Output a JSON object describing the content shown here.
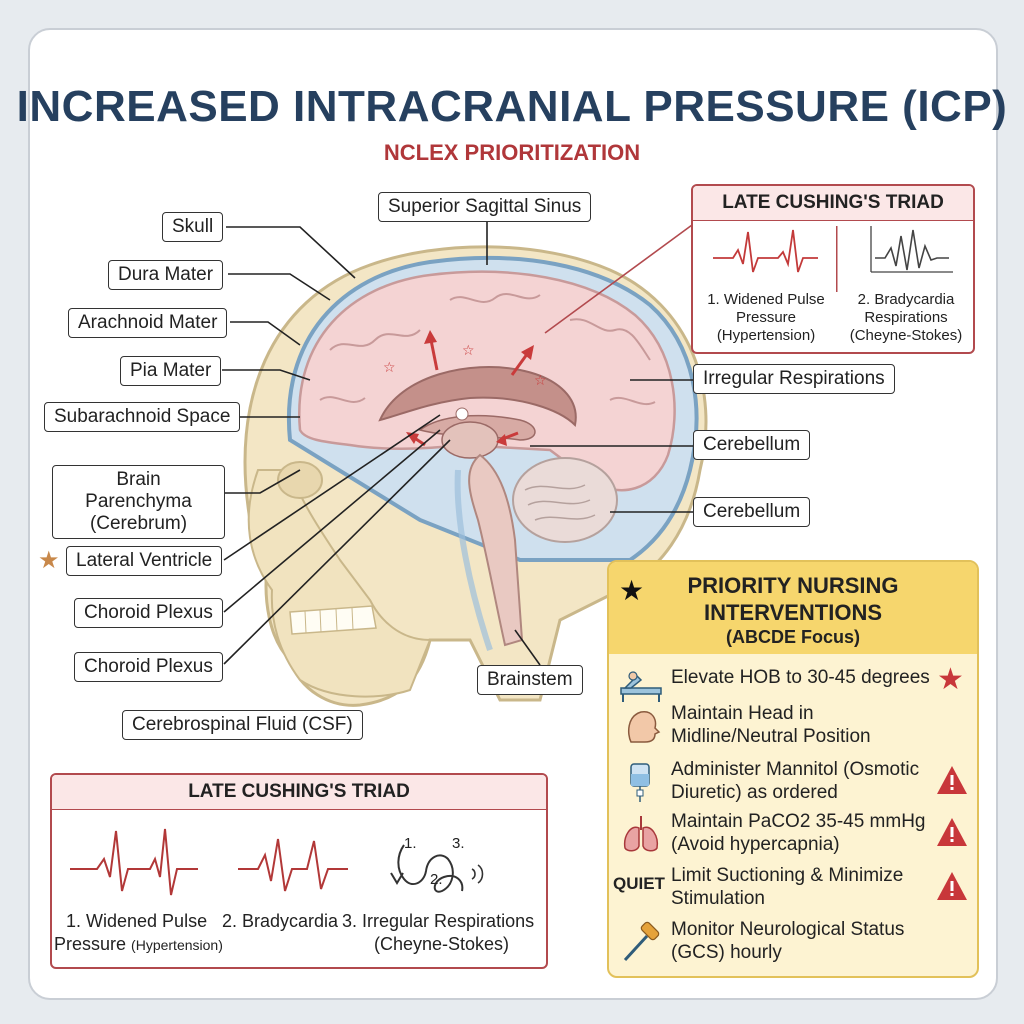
{
  "title": "INCREASED INTRACRANIAL PRESSURE (ICP)",
  "subtitle": "NCLEX PRIORITIZATION",
  "labels": {
    "skull": "Skull",
    "dura": "Dura Mater",
    "arachnoid": "Arachnoid Mater",
    "pia": "Pia Mater",
    "subarachnoid": "Subarachnoid Space",
    "parenchyma": "Brain Parenchyma (Cerebrum)",
    "ventricle": "Lateral Ventricle",
    "choroid1": "Choroid Plexus",
    "choroid2": "Choroid Plexus",
    "csf": "Cerebrospinal Fluid (CSF)",
    "sinus": "Superior Sagittal Sinus",
    "irregular": "Irregular Respirations",
    "cerebellum1": "Cerebellum",
    "cerebellum2": "Cerebellum",
    "brainstem": "Brainstem"
  },
  "triad_top": {
    "header": "LATE CUSHING'S TRIAD",
    "item1": "1. Widened Pulse Pressure (Hypertension)",
    "item2": "2. Bradycardia Respirations (Cheyne-Stokes)"
  },
  "triad_bottom": {
    "header": "LATE CUSHING'S TRIAD",
    "item1a": "1. Widened Pulse",
    "item1b": "Pressure",
    "item1c": "(Hypertension)",
    "item2": "2. Bradycardia",
    "item3a": "3. Irregular Respirations",
    "item3b": "(Cheyne-Stokes)",
    "n1": "1.",
    "n2": "2.",
    "n3": "3."
  },
  "priority": {
    "header": "PRIORITY NURSING INTERVENTIONS",
    "focus": "(ABCDE Focus)",
    "items": [
      {
        "text": "Elevate HOB to 30-45 degrees",
        "icon": "bed-icon",
        "marker": "star"
      },
      {
        "text": "Maintain Head in Midline/Neutral Position",
        "icon": "head-icon",
        "marker": "none"
      },
      {
        "text": "Administer Mannitol (Osmotic Diuretic) as ordered",
        "icon": "iv-bag-icon",
        "marker": "warning"
      },
      {
        "text": "Maintain PaCO2 35-45 mmHg (Avoid hypercapnia)",
        "icon": "lungs-icon",
        "marker": "warning"
      },
      {
        "text": "Limit Suctioning & Minimize Stimulation",
        "icon": "quiet-icon",
        "marker": "warning"
      },
      {
        "text": "Monitor Neurological Status (GCS) hourly",
        "icon": "reflex-hammer-icon",
        "marker": "none"
      }
    ],
    "quiet": "QUIET"
  },
  "colors": {
    "title": "#26405f",
    "accent_red": "#b0373a",
    "priority_bg": "#fdf3d2",
    "priority_header": "#f6d66d"
  }
}
